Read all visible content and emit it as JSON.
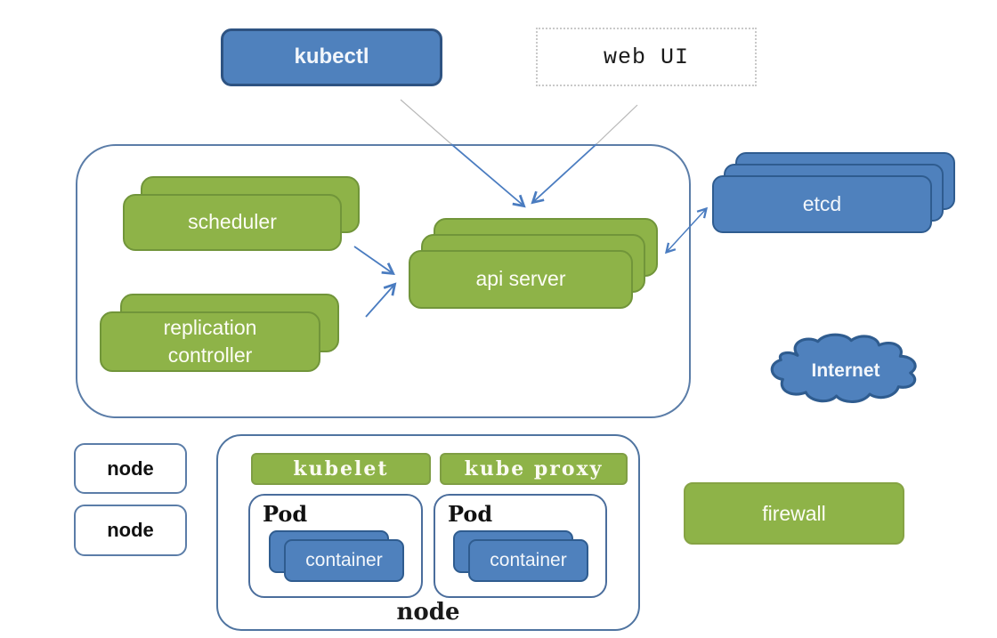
{
  "nodes": {
    "kubectl": "kubectl",
    "web_ui": "web UI",
    "scheduler": "scheduler",
    "replication_controller": "replication controller",
    "api_server": "api server",
    "etcd": "etcd",
    "internet": "Internet",
    "node_left_top": "node",
    "node_left_bottom": "node",
    "kubelet": "kubelet",
    "kube_proxy": "kube proxy",
    "pod_left_label": "Pod",
    "pod_right_label": "Pod",
    "container_left": "container",
    "container_right": "container",
    "node_bottom": "node",
    "firewall": "firewall"
  },
  "colors": {
    "green_fill": "#8eb348",
    "green_border": "#71953a",
    "blue_fill": "#4f81bd",
    "blue_border": "#2f5c8f",
    "outline_border": "#5b7da8",
    "arrow_blue": "#4a7cc0",
    "arrow_gray": "#b8b8b8",
    "dotted_border": "#c9c9c9"
  }
}
